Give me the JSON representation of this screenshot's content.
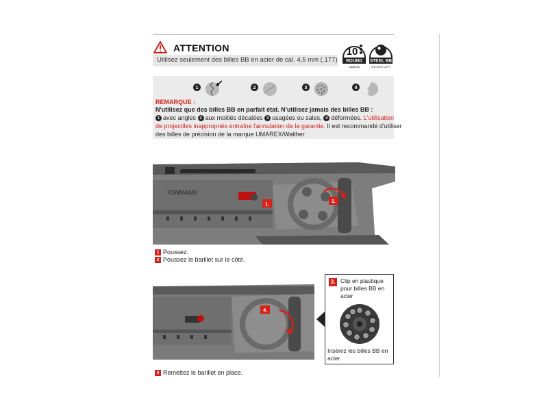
{
  "header": {
    "title": "ATTENTION",
    "subtitle": "Utilisez seulement des billes BB en acier de cal. 4,5 mm (.177)",
    "round_badge": {
      "number": "10",
      "label": "ROUND",
      "sublabel": "capacity"
    },
    "steel_badge": {
      "label": "STEEL BB",
      "sublabel": "4,5 mm (.177)"
    }
  },
  "remark": {
    "numbers": [
      "1",
      "2",
      "3",
      "4"
    ],
    "title": "REMARQUE :",
    "line1": "N'utilisez que des billes BB en parfait état. N'utilisez jamais des billes BB :",
    "line2_a": "avec angles",
    "line2_b": "aux moitiés décalées",
    "line2_c": "usagées ou sales,",
    "line2_d": "déformées.",
    "line2_red": "L'utilisation",
    "line3_red": "de projectiles inappropriés entraîne l'annulation de la garantie.",
    "line3_rest": "Il est recommandé d'utiliser",
    "line4": "des billes de précision de la marque UMAREX/Walther."
  },
  "photo1": {
    "engraving": "TONNAUU",
    "tag1": "1.",
    "tag2": "2."
  },
  "captions": {
    "step1_num": "1",
    "step1": "Poussez.",
    "step2_num": "2",
    "step2": "Poussez le barillet sur le côté.",
    "step4_num": "4",
    "step4": "Remettez le barillet en place."
  },
  "photo2": {
    "tag4": "4."
  },
  "clip": {
    "num": "3.",
    "text": "Clip en plastique pour billes BB en acier",
    "text2": "Insérez les billes BB en acier."
  },
  "colors": {
    "accent_red": "#d62018",
    "gray_band": "#ebebeb",
    "dark": "#1a1a1a"
  }
}
